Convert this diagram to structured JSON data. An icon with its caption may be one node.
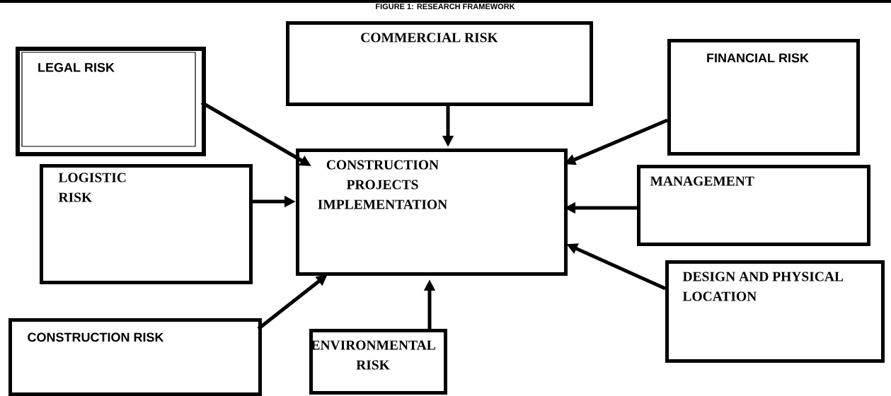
{
  "diagram": {
    "title": "FIGURE 1: RESEARCH FRAMEWORK",
    "nodes": [
      {
        "text": [
          "LEGAL RISK"
        ]
      },
      {
        "text": [
          "COMMERCIAL RISK"
        ]
      },
      {
        "text": [
          "FINANCIAL RISK"
        ]
      },
      {
        "text": [
          "CONSTRUCTION PROJECTS IMPLEMENTATION"
        ]
      },
      {
        "text": [
          "LOGISTIC RISK"
        ]
      },
      {
        "text": [
          "MANAGEMENT"
        ]
      },
      {
        "text": [
          "DESIGN AND PHYSICAL LOCATION"
        ]
      },
      {
        "text": [
          "CONSTRUCTION RISK"
        ]
      },
      {
        "text": [
          "ENVIRONMENTAL RISK"
        ]
      }
    ],
    "edges": [
      {
        "from": 0,
        "to": 3,
        "arrow": "to"
      },
      {
        "from": 1,
        "to": 3,
        "arrow": "to"
      },
      {
        "from": 2,
        "to": 3,
        "arrow": "to"
      },
      {
        "from": 4,
        "to": 3,
        "arrow": "to"
      },
      {
        "from": 5,
        "to": 3,
        "arrow": "to"
      },
      {
        "from": 6,
        "to": 3,
        "arrow": "to"
      },
      {
        "from": 7,
        "to": 3,
        "arrow": "to"
      },
      {
        "from": 8,
        "to": 3,
        "arrow": "to"
      }
    ]
  }
}
